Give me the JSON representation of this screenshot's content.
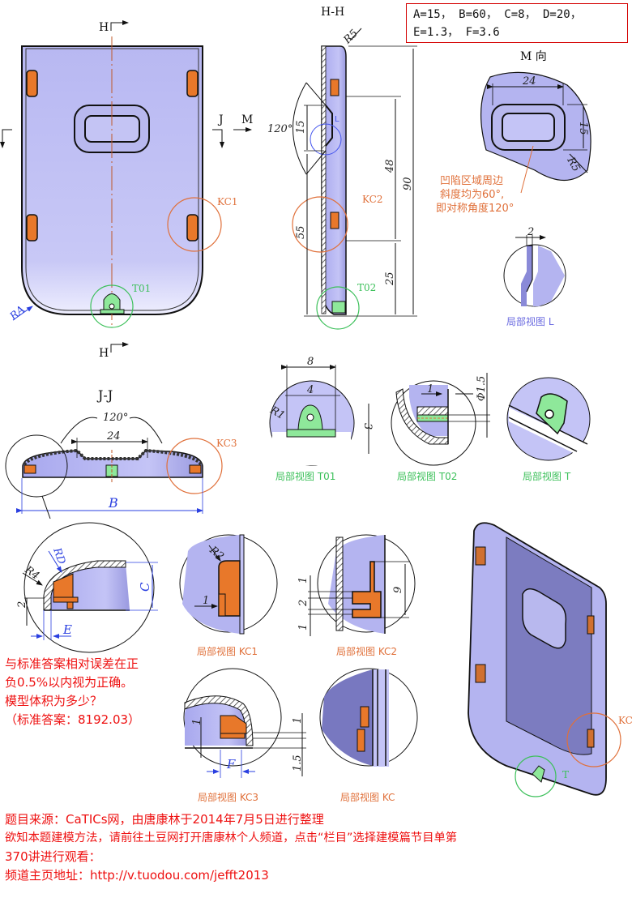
{
  "parameters": {
    "line1": "A=15，  B=60，  C=8，  D=20，",
    "line2": "E=1.3，  F=3.6"
  },
  "colors": {
    "part_fill": "#b4b4f0",
    "clip_orange": "#e8782a",
    "tab_green": "#8ee89a",
    "callout_orange": "#e0703a",
    "callout_green": "#3cc05a",
    "callout_blue": "#4455ee",
    "dim_blue": "#2a3fe0",
    "text_red": "#ee1111"
  },
  "front_view": {
    "section_label_top": "H",
    "section_label_bottom": "H",
    "section_j_left": "J",
    "section_j_right": "J",
    "view_m": "M",
    "radius_label": "RA",
    "callout_kc1": "KC1",
    "callout_t01": "T01"
  },
  "section_hh": {
    "title": "H-H",
    "radius": "R5",
    "angle": "120°",
    "dim_15": "15",
    "dim_55": "55",
    "dim_48": "48",
    "dim_90": "90",
    "dim_25": "25",
    "callout_l": "L",
    "callout_kc2": "KC2",
    "callout_t02": "T02"
  },
  "view_m": {
    "title": "M 向",
    "width": "24",
    "height": "15",
    "radius": "R5",
    "note_line1": "凹陷区域周边",
    "note_line2": "斜度均为60°,",
    "note_line3": "即对称角度120°"
  },
  "detail_l": {
    "dim": "2",
    "caption": "局部视图 L"
  },
  "section_jj": {
    "title": "J-J",
    "angle": "120°",
    "width": "24",
    "overall": "B",
    "callout_kc3": "KC3"
  },
  "detail_t01": {
    "dim_8": "8",
    "dim_4": "4",
    "radius": "R1",
    "dim_3": "3",
    "caption": "局部视图 T01"
  },
  "detail_t02": {
    "dim_1": "1",
    "diameter": "Φ1.5",
    "caption": "局部视图 T02"
  },
  "detail_t": {
    "caption": "局部视图 T"
  },
  "detail_edge": {
    "rd": "RD",
    "r4": "R4",
    "dim_2": "2",
    "c": "C",
    "e": "E"
  },
  "detail_kc1": {
    "radius": "R2",
    "dim_1": "1",
    "caption": "局部视图 KC1"
  },
  "detail_kc2": {
    "dim_1a": "1",
    "dim_2": "2",
    "dim_1b": "1",
    "dim_9": "9",
    "caption": "局部视图 KC2"
  },
  "detail_kc3": {
    "dim_1a": "1",
    "dim_1b": "1",
    "dim_15": "1.5",
    "f": "F",
    "caption": "局部视图 KC3"
  },
  "detail_kc": {
    "caption": "局部视图 KC"
  },
  "iso_view": {
    "callout_kc": "KC",
    "callout_t": "T"
  },
  "question": {
    "line1": "与标准答案相对误差在正",
    "line2": "负0.5%以内视为正确。",
    "line3": "模型体积为多少？",
    "line4": "（标准答案：8192.03）"
  },
  "footer": {
    "line1": "题目来源：CaTICs网，由唐康林于2014年7月5日进行整理",
    "line2": "欲知本题建模方法，请前往土豆网打开唐康林个人频道，点击“栏目”选择建模篇节目单第",
    "line3": "370讲进行观看：",
    "line4": "频道主页地址：http://v.tuodou.com/jefft2013"
  }
}
